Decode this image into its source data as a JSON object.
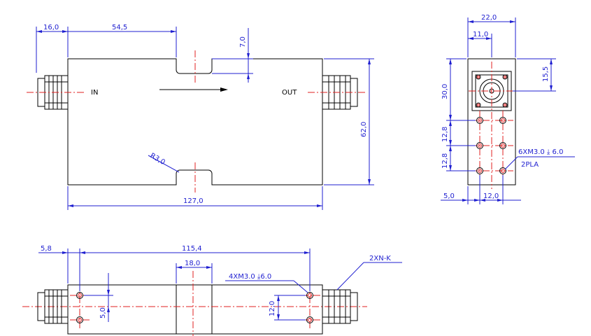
{
  "top_view": {
    "port_in_label": "IN",
    "port_out_label": "OUT",
    "dim_left_offset": "16,0",
    "dim_slot_position": "54,5",
    "dim_slot_depth": "7,0",
    "dim_height": "62,0",
    "dim_length": "127,0",
    "dim_slot_radius": "R3,0"
  },
  "side_view": {
    "dim_width": "22,0",
    "dim_half_width": "11,0",
    "dim_connector_height": "30,0",
    "dim_connector_center": "15,5",
    "dim_hole_pitch_1": "12,8",
    "dim_hole_pitch_2": "12,8",
    "dim_edge_offset": "5,0",
    "dim_hole_spacing": "12,0",
    "hole_note": "6XM3.0 ⤓ 6.0",
    "hole_note_2": "2PLA"
  },
  "bottom_view": {
    "dim_edge_offset": "5,8",
    "dim_hole_span": "115,4",
    "dim_slot_width": "18,0",
    "dim_hole_row": "5,0",
    "dim_hole_spacing": "12,0",
    "hole_note": "4XM3.0 ⤓6.0",
    "connector_note": "2XN-K"
  },
  "colors": {
    "dimension": "#1f1fd0",
    "centerline": "#e02020",
    "outline": "#000000"
  }
}
